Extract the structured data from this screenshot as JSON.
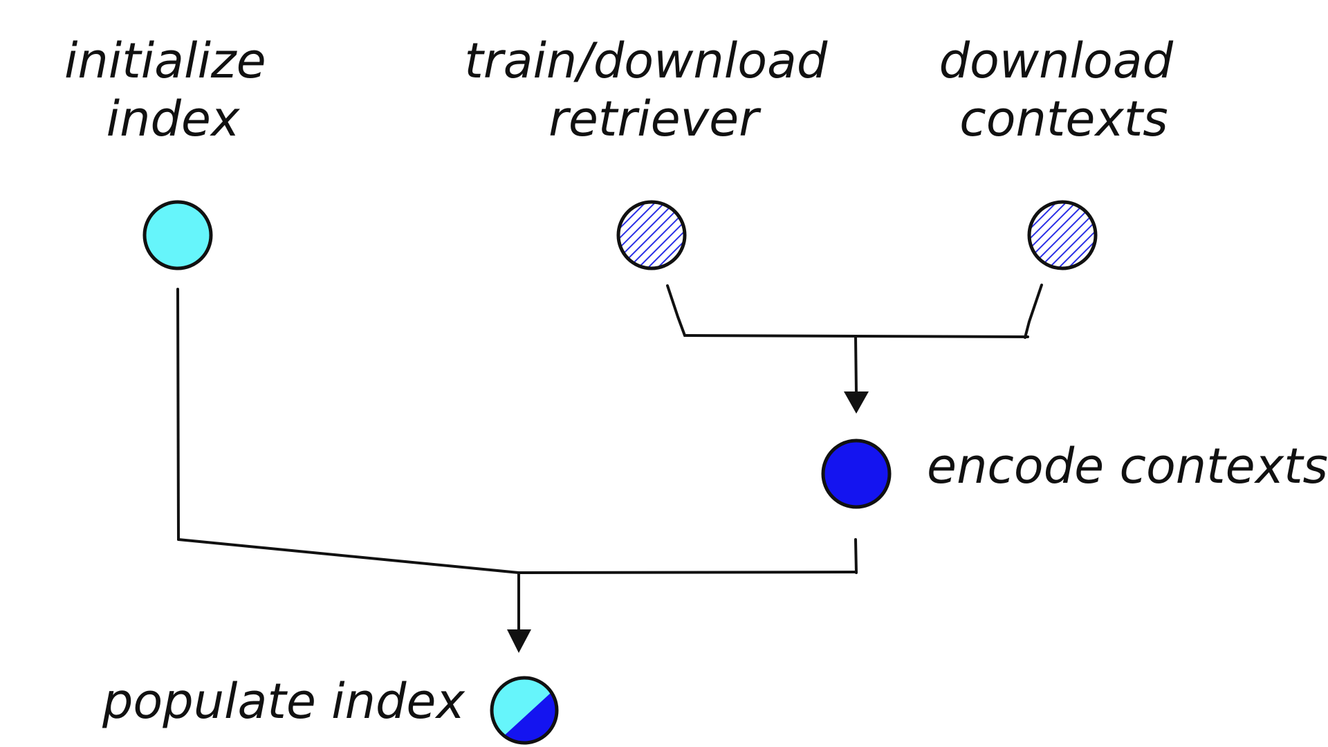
{
  "diagram": {
    "nodes": [
      {
        "id": "initialize-index",
        "label_lines": [
          "initialize",
          "index"
        ],
        "style": "solid",
        "fill": "#66f5fb"
      },
      {
        "id": "train-download-retriever",
        "label_lines": [
          "train/download",
          "retriever"
        ],
        "style": "hatched",
        "hatch_color": "#2a2fe6"
      },
      {
        "id": "download-contexts",
        "label_lines": [
          "download",
          "contexts"
        ],
        "style": "hatched",
        "hatch_color": "#2a2fe6"
      },
      {
        "id": "encode-contexts",
        "label_lines": [
          "encode contexts"
        ],
        "style": "solid",
        "fill": "#1414f0"
      },
      {
        "id": "populate-index",
        "label_lines": [
          "populate index"
        ],
        "style": "split",
        "fill": "#66f5fb",
        "fill_secondary": "#1414f0"
      }
    ],
    "edges": [
      {
        "from": [
          "train-download-retriever",
          "download-contexts"
        ],
        "to": "encode-contexts"
      },
      {
        "from": [
          "initialize-index",
          "encode-contexts"
        ],
        "to": "populate-index"
      }
    ]
  },
  "colors": {
    "ink": "#111111",
    "cyan": "#66f5fb",
    "blue": "#1414f0",
    "hatch": "#2a2fe6",
    "background": "#ffffff"
  }
}
